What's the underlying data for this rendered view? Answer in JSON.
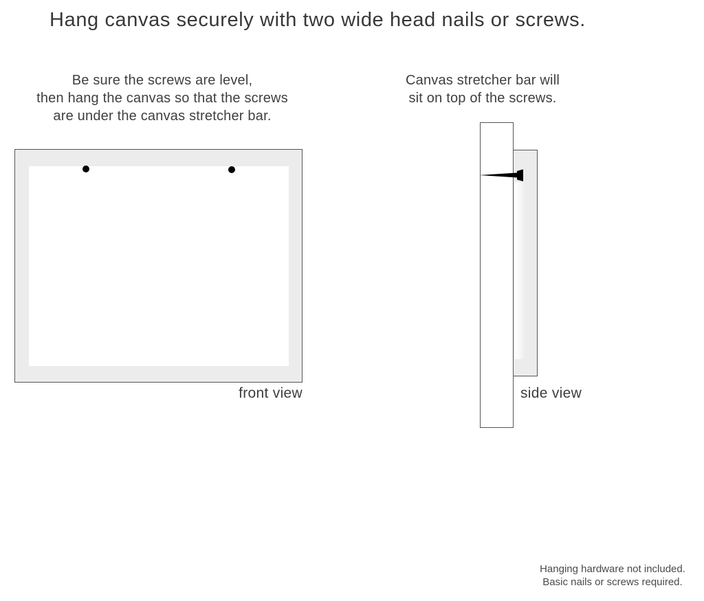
{
  "title": "Hang canvas securely with two wide head nails or screws.",
  "instructions": {
    "left": [
      "Be sure the screws are level,",
      "then hang the canvas so that the screws",
      "are under the canvas stretcher bar."
    ],
    "right": [
      "Canvas stretcher bar will",
      "sit on top of the screws."
    ]
  },
  "diagrams": {
    "front": {
      "label": "front view",
      "nail_count": 2
    },
    "side": {
      "label": "side view",
      "nail_count": 1
    }
  },
  "footer": [
    "Hanging hardware not included.",
    "Basic nails or screws required."
  ],
  "colors": {
    "frame_fill": "#ececec",
    "frame_border": "#555555",
    "nail": "#000000"
  }
}
